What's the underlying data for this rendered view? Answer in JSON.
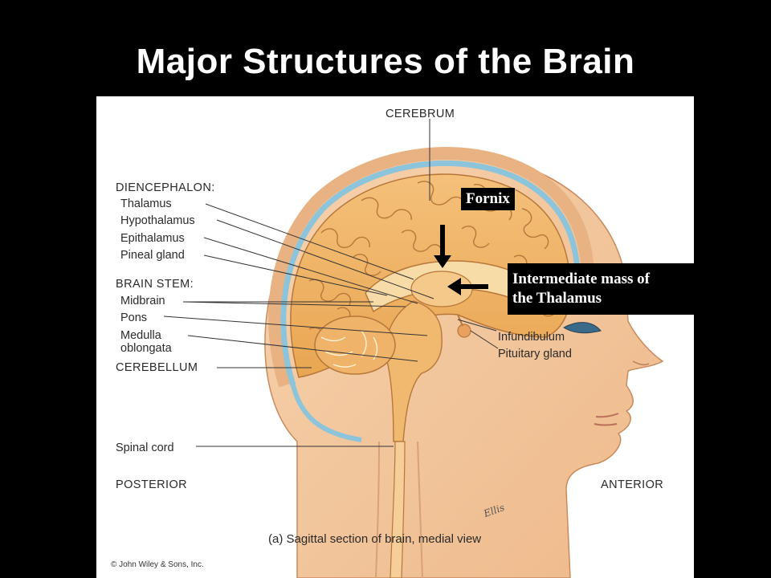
{
  "slide": {
    "title": "Major Structures of the Brain"
  },
  "diagram": {
    "labels": {
      "cerebrum": "CEREBRUM",
      "diencephalon": "DIENCEPHALON:",
      "thalamus": "Thalamus",
      "hypothalamus": "Hypothalamus",
      "epithalamus": "Epithalamus",
      "pineal_gland": "Pineal gland",
      "brain_stem": "BRAIN STEM:",
      "midbrain": "Midbrain",
      "pons": "Pons",
      "medulla_line1": "Medulla",
      "medulla_line2": "oblongata",
      "cerebellum": "CEREBELLUM",
      "spinal_cord": "Spinal cord",
      "posterior": "POSTERIOR",
      "anterior": "ANTERIOR",
      "infundibulum": "Infundibulum",
      "pituitary_gland": "Pituitary gland"
    },
    "caption": "(a) Sagittal section of brain, medial view",
    "copyright": "© John Wiley & Sons, Inc.",
    "signature": "Ellis"
  },
  "callouts": {
    "fornix": "Fornix",
    "intermediate_mass_line1": "Intermediate mass of",
    "intermediate_mass_line2": "the Thalamus"
  },
  "colors": {
    "background": "#000000",
    "skin": "#f3c69c",
    "brain_tissue": "#f0b464",
    "meninges_blue": "#8cc4dc",
    "leader_line": "#333333"
  }
}
